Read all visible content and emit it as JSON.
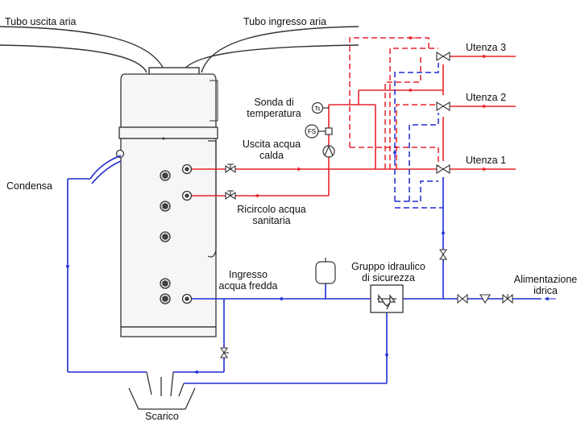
{
  "labels": {
    "air_out": "Tubo uscita aria",
    "air_in": "Tubo ingresso aria",
    "utenza3": "Utenza 3",
    "utenza2": "Utenza 2",
    "utenza1": "Utenza 1",
    "sonda_1": "Sonda di",
    "sonda_2": "temperatura",
    "uscita_1": "Uscita acqua",
    "uscita_2": "calda",
    "condensa": "Condensa",
    "ricircolo_1": "Ricircolo acqua",
    "ricircolo_2": "sanitaria",
    "ingresso_1": "Ingresso",
    "ingresso_2": "acqua fredda",
    "gruppo_1": "Gruppo idraulico",
    "gruppo_2": "di sicurezza",
    "alim_1": "Alimentazione",
    "alim_2": "idrica",
    "scarico": "Scarico",
    "ts": "Ts",
    "fs": "FS"
  },
  "colors": {
    "hot": "#e8232a",
    "cold": "#1f2bd6",
    "outline": "#222222",
    "tank": "#f6f6f6"
  }
}
